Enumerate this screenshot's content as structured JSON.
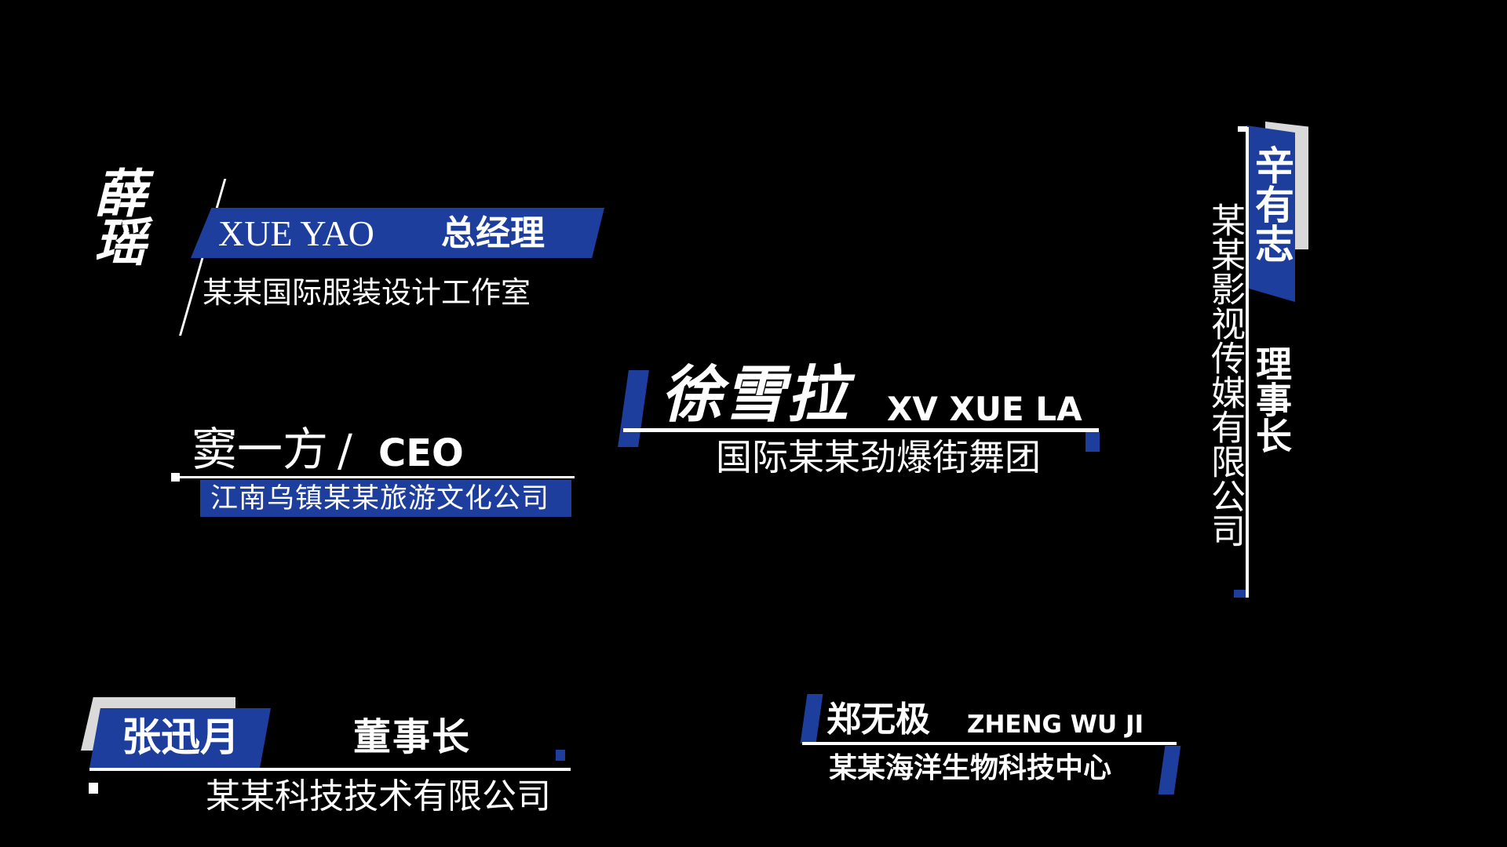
{
  "colors": {
    "accent_blue": "#1e3e9e",
    "gray": "#d9d9d9",
    "background": "#000000",
    "text": "#ffffff"
  },
  "cards": [
    {
      "name": "薛瑶",
      "pinyin": "XUE YAO",
      "title": "总经理",
      "org": "某某国际服装设计工作室"
    },
    {
      "name": "窦一方",
      "separator": "/",
      "title": "CEO",
      "org": "江南乌镇某某旅游文化公司"
    },
    {
      "name": "徐雪拉",
      "pinyin": "XV XUE LA",
      "org": "国际某某劲爆街舞团"
    },
    {
      "name": "辛有志",
      "title": "理事长",
      "org": "某某影视传媒有限公司"
    },
    {
      "name": "张迅月",
      "title": "董事长",
      "org": "某某科技技术有限公司"
    },
    {
      "name": "郑无极",
      "pinyin": "ZHENG WU JI",
      "org": "某某海洋生物科技中心"
    }
  ]
}
